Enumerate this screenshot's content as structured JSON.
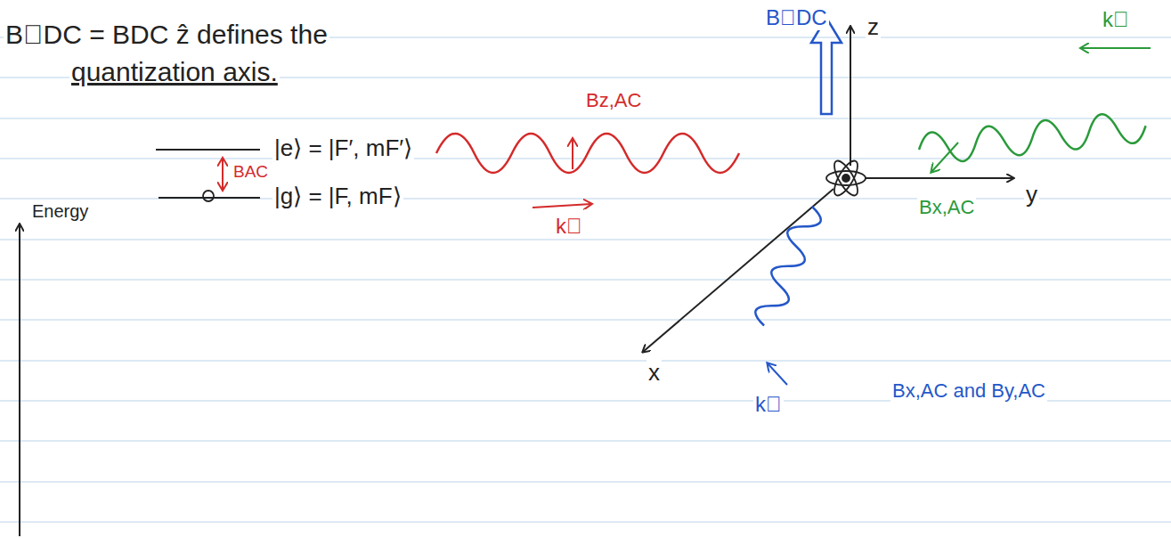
{
  "diagram": {
    "labels": [
      "B⃗DC = BDC ẑ defines the",
      "quantization axis.",
      "B⃗DC",
      "z",
      "y",
      "x",
      "Bz,AC",
      "k⃗",
      "k⃗",
      "Bx,AC",
      "k⃗",
      "Bx,AC and By,AC",
      "Energy",
      "|e⟩ = |F′, mF′⟩",
      "|g⟩ = |F, mF⟩",
      "BAC"
    ]
  }
}
